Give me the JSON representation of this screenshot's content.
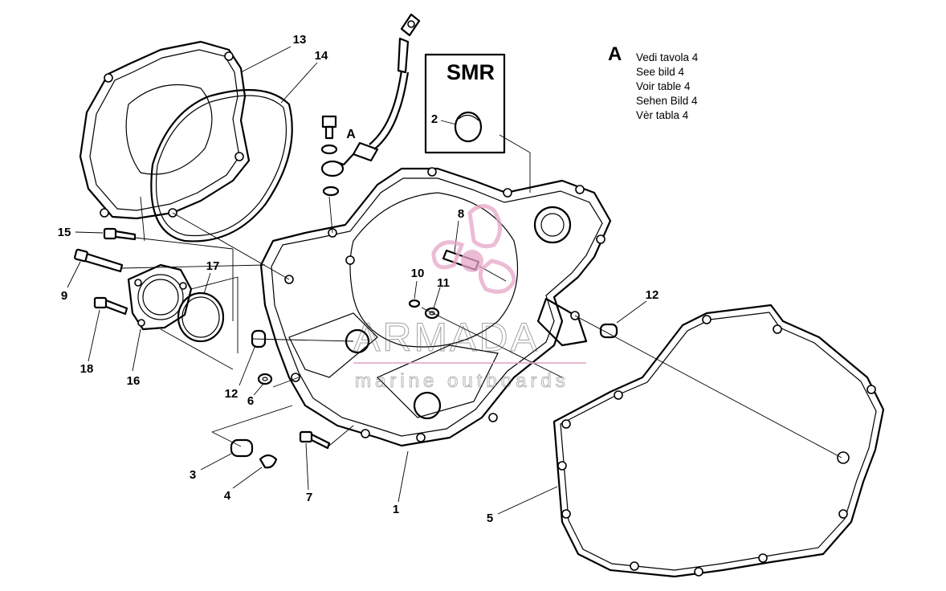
{
  "smr_box": {
    "title": "SMR",
    "part_number": "2"
  },
  "reference": {
    "letter": "A",
    "lines": [
      "Vedi tavola 4",
      "See bild 4",
      "Voir table 4",
      "Sehen Bild 4",
      "Vèr tabla 4"
    ]
  },
  "hose_label": "A",
  "callouts": {
    "c1": "1",
    "c3": "3",
    "c4": "4",
    "c5": "5",
    "c6": "6",
    "c7": "7",
    "c8": "8",
    "c9": "9",
    "c10": "10",
    "c11": "11",
    "c12a": "12",
    "c12b": "12",
    "c13": "13",
    "c14": "14",
    "c15": "15",
    "c16": "16",
    "c17": "17",
    "c18": "18"
  },
  "watermark": {
    "brand": "ARMADA",
    "tagline": "marine outboards",
    "accent_color": "#e6a6c8"
  },
  "colors": {
    "line": "#000000",
    "background": "#ffffff"
  }
}
